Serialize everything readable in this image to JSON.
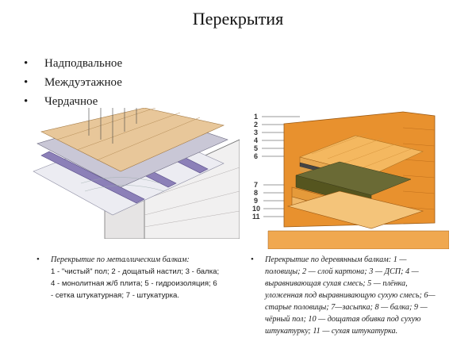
{
  "slide": {
    "title": "Перекрытия",
    "bullets": [
      "Надподвальное",
      "Междуэтажное",
      "Чердачное"
    ]
  },
  "figure_right": {
    "layer_numbers": [
      "1",
      "2",
      "3",
      "4",
      "5",
      "6",
      "7",
      "8",
      "9",
      "10",
      "11"
    ]
  },
  "captions": {
    "metal": {
      "lead": "Перекрытие по металлическим балкам:",
      "text": "1 - \"чистый\" пол; 2 - дощатый настил; 3 - балка; 4 - монолитная ж/б плита; 5 - гидроизоляция; 6 - сетка штукатурная; 7 - штукатурка."
    },
    "wood": {
      "text": "Перекрытие по деревянным балкам: 1 — половицы; 2 — слой картона; 3 — ДСП; 4 — выравнивающая сухая смесь; 5 — плёнка, уложенная под выравнивающую сухую смесь; 6—старые половицы; 7—засыпка; 8 — балка; 9 — чёрный пол; 10 — дощатая обивка под сухую штукатурку; 11 — сухая штукатурка."
    }
  }
}
